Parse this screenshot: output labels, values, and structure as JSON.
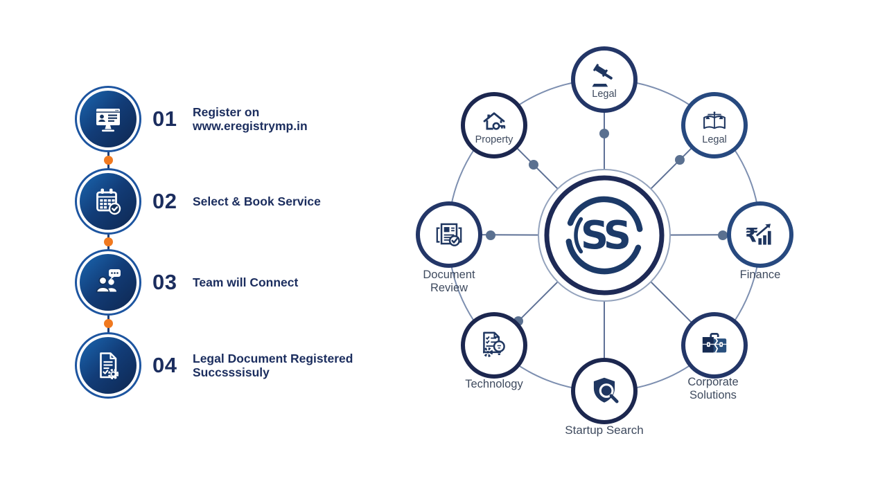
{
  "steps": {
    "items": [
      {
        "number": "01",
        "title_line1": "Register on",
        "title_line2": "www.eregistrymp.in",
        "icon": "register-monitor-icon"
      },
      {
        "number": "02",
        "title_line1": "Select & Book Service",
        "title_line2": "",
        "icon": "calendar-booking-icon"
      },
      {
        "number": "03",
        "title_line1": "Team will Connect",
        "title_line2": "",
        "icon": "team-connect-icon"
      },
      {
        "number": "04",
        "title_line1": "Legal Document Registered",
        "title_line2": "Succsssisuly",
        "icon": "document-registered-icon"
      }
    ]
  },
  "hub": {
    "logo_text": "SS",
    "rupee_glyph": "₹",
    "nodes": [
      {
        "id": "legal-gavel",
        "label_line1": "Legal",
        "label_line2": "",
        "label_position": "inside",
        "icon": "gavel-icon"
      },
      {
        "id": "legal-book",
        "label_line1": "Legal",
        "label_line2": "",
        "label_position": "inside",
        "icon": "law-book-scales-icon"
      },
      {
        "id": "finance",
        "label_line1": "Finance",
        "label_line2": "",
        "label_position": "outside",
        "icon": "rupee-growth-icon"
      },
      {
        "id": "corporate-solutions",
        "label_line1": "Corporate",
        "label_line2": "Solutions",
        "label_position": "outside",
        "icon": "briefcase-icon"
      },
      {
        "id": "startup-search",
        "label_line1": "Startup Search",
        "label_line2": "",
        "label_position": "outside",
        "icon": "shield-search-icon"
      },
      {
        "id": "technology",
        "label_line1": "Technology",
        "label_line2": "",
        "label_position": "outside",
        "icon": "tech-checklist-icon"
      },
      {
        "id": "document-review",
        "label_line1": "Document",
        "label_line2": "Review",
        "label_position": "outside",
        "icon": "document-review-icon"
      },
      {
        "id": "property",
        "label_line1": "Property",
        "label_line2": "",
        "label_position": "inside",
        "icon": "house-key-icon"
      }
    ]
  },
  "colors": {
    "step_circle_gradient_start": "#1a67b2",
    "step_circle_gradient_end": "#0e2750",
    "step_ring": "#1d55a0",
    "connector_line": "#1e3f77",
    "connector_orange": "#f0791f",
    "text_navy": "#1b2d5e",
    "node_ring_navy": "#233667",
    "icon_navy": "#1f3660",
    "label_gray": "#3e4a5e",
    "spoke_blue": "#5e7196",
    "ring_blue": "#7d8fb0",
    "dot_slate": "#5a7090",
    "hub_ring_navy": "#1e2a56",
    "logo_navy": "#1c3a68"
  }
}
